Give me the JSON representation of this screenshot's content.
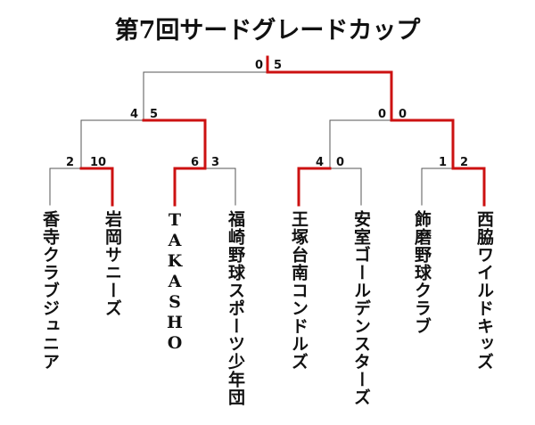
{
  "title": "第7回サードグレードカップ",
  "colors": {
    "winner": "#cc1111",
    "loser": "#555555",
    "text": "#111111"
  },
  "teams": [
    "香寺クラブジュニア",
    "岩岡サニーズ",
    "TAKASHO",
    "福崎野球スポーツ少年団",
    "王塚台南コンドルズ",
    "安室ゴールデンスターズ",
    "飾磨野球クラブ",
    "西脇ワイルドキッズ"
  ],
  "round1": [
    {
      "scores": [
        "2",
        "10"
      ],
      "winner": 1
    },
    {
      "scores": [
        "6",
        "3"
      ],
      "winner": 0
    },
    {
      "scores": [
        "4",
        "0"
      ],
      "winner": 0
    },
    {
      "scores": [
        "1",
        "2"
      ],
      "winner": 1
    }
  ],
  "semis": [
    {
      "scores": [
        "4",
        "5"
      ],
      "winner": 1
    },
    {
      "scores": [
        "0",
        "0"
      ],
      "winner": 1
    }
  ],
  "final": {
    "scores": [
      "0",
      "5"
    ],
    "winner": 1
  }
}
